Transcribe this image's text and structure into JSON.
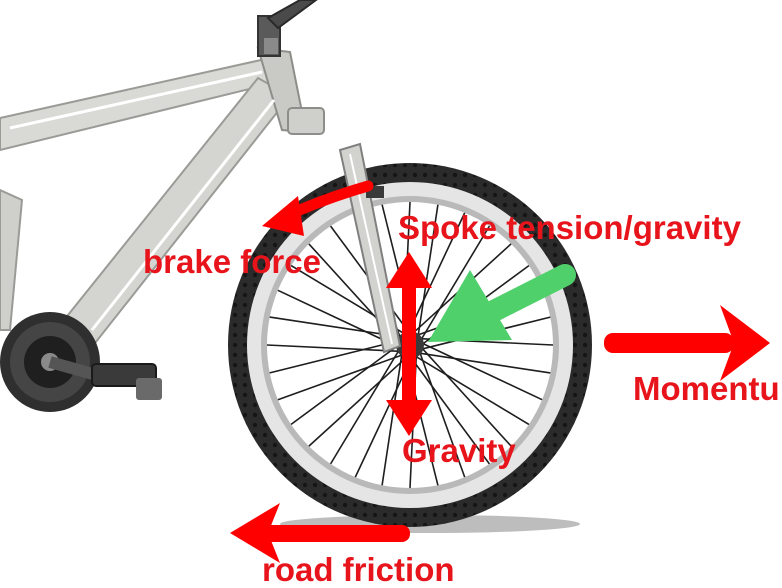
{
  "labels": {
    "spoke_tension": "Spoke tension/gravity",
    "brake_force": "brake force",
    "momentum": "Momentu",
    "gravity": "Gravity",
    "road_friction": "road friction"
  },
  "colors": {
    "force_arrow": "#ff0000",
    "pointer_arrow": "#4fd06b",
    "label_text": "#e8141b",
    "tire": "#2b2b2b",
    "rim": "#e5e5e5",
    "frame": "#d9d9d6"
  }
}
